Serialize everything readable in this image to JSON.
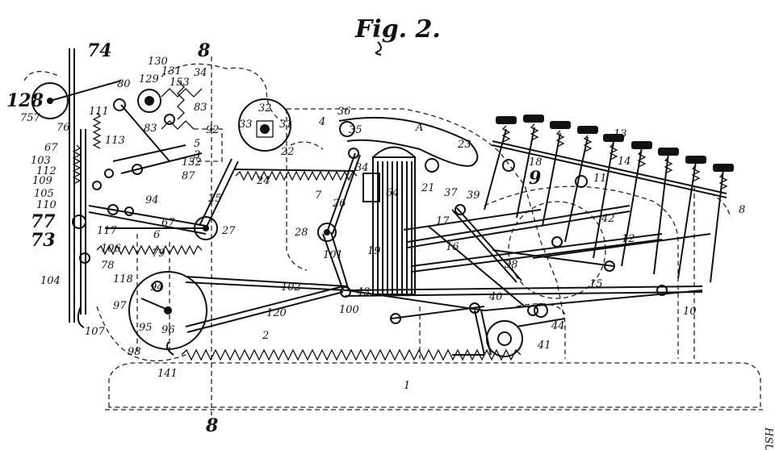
{
  "figure": {
    "title": "Fig. 2.",
    "side_note": "HSU"
  },
  "labels": {
    "n74": "74",
    "n8_top": "8",
    "n8_bottom": "8",
    "n130": "130",
    "n131": "131",
    "n129": "129",
    "n153": "153",
    "n34": "34",
    "n80": "80",
    "n128": "128",
    "n757": "757",
    "n76": "76",
    "n111": "111",
    "n83a": "83",
    "n83b": "83",
    "n92": "92",
    "n5": "5",
    "n3": "3",
    "n132": "132",
    "n87": "87",
    "n67": "67",
    "n103": "103",
    "n109": "109",
    "n112": "112",
    "n105": "105",
    "n110": "110",
    "n113": "113",
    "n94": "94",
    "n77": "77",
    "n73": "73",
    "n117": "117",
    "n106": "106",
    "n78": "78",
    "n118": "118",
    "n104": "104",
    "n97": "97",
    "n107": "107",
    "n95": "95",
    "n96": "96",
    "n98": "98",
    "n141": "141",
    "n94b": "94",
    "n79": "79",
    "n6": "6",
    "n67b": "67",
    "n25": "25",
    "n27": "27",
    "n32": "32",
    "n33": "33",
    "n31": "31",
    "n22": "22",
    "n24": "24",
    "n36": "36",
    "n35": "35",
    "n4": "4",
    "n26": "26",
    "n7": "7",
    "n28": "28",
    "n101": "101",
    "n102": "102",
    "n100": "100",
    "n120": "120",
    "n2": "2",
    "n43": "43",
    "n1": "1",
    "n64": "64",
    "n19": "19",
    "n21": "21",
    "n23": "23",
    "nA": "A",
    "n37": "37",
    "n39": "39",
    "n17": "17",
    "n16": "16",
    "n18": "18",
    "n9": "9",
    "n13": "13",
    "n14": "14",
    "n11": "11",
    "n12": "12",
    "n42": "42",
    "n38": "38",
    "n40": "40",
    "n15": "15",
    "n44": "44",
    "n41": "41",
    "n10": "10",
    "n8r": "8",
    "n34b": "34"
  }
}
